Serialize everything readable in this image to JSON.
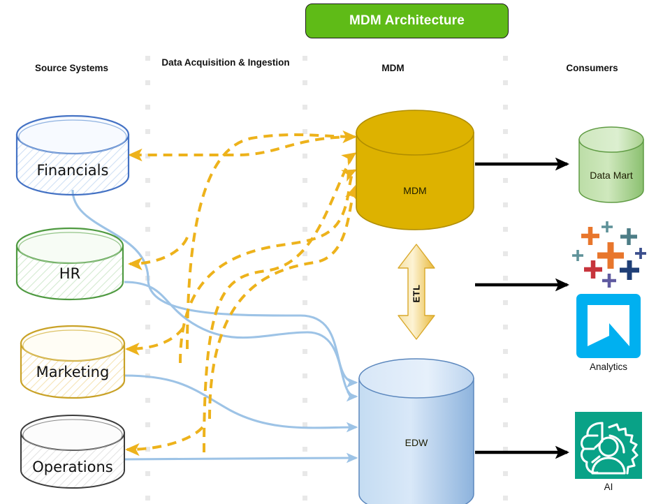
{
  "title": {
    "text": "MDM Architecture",
    "background": "#5fbb17",
    "text_color": "#ffffff"
  },
  "columns": [
    {
      "label": "Source Systems"
    },
    {
      "label": "Data Acquisition & Ingestion"
    },
    {
      "label": "MDM"
    },
    {
      "label": "Consumers"
    }
  ],
  "source_systems": [
    {
      "label": "Financials",
      "color": "#4472c4",
      "fill": "#f2f6fc"
    },
    {
      "label": "HR",
      "color": "#4f9a41",
      "fill": "#f4faf2"
    },
    {
      "label": "Marketing",
      "color": "#d4a017",
      "fill": "#fffbf0"
    },
    {
      "label": "Operations",
      "color": "#404040",
      "fill": "#fbfbfb"
    }
  ],
  "hub": {
    "mdm_label": "MDM",
    "mdm_color": "#ddb200",
    "edw_label": "EDW",
    "edw_color": "#9dc3e6",
    "etl_label": "ETL",
    "etl_color": "#ffd966"
  },
  "consumers": [
    {
      "label": "Data Mart",
      "type": "cylinder",
      "color": "#a9d18e"
    },
    {
      "label": "Analytics",
      "type": "icon-group",
      "color": "#00b0f0"
    },
    {
      "label": "AI",
      "type": "icon",
      "color": "#09a287"
    }
  ],
  "flows": {
    "mdm_flow_color": "#edb21b",
    "edw_flow_color": "#9dc3e6",
    "output_flow_color": "#000000",
    "divider_color": "#e8e8e8"
  }
}
